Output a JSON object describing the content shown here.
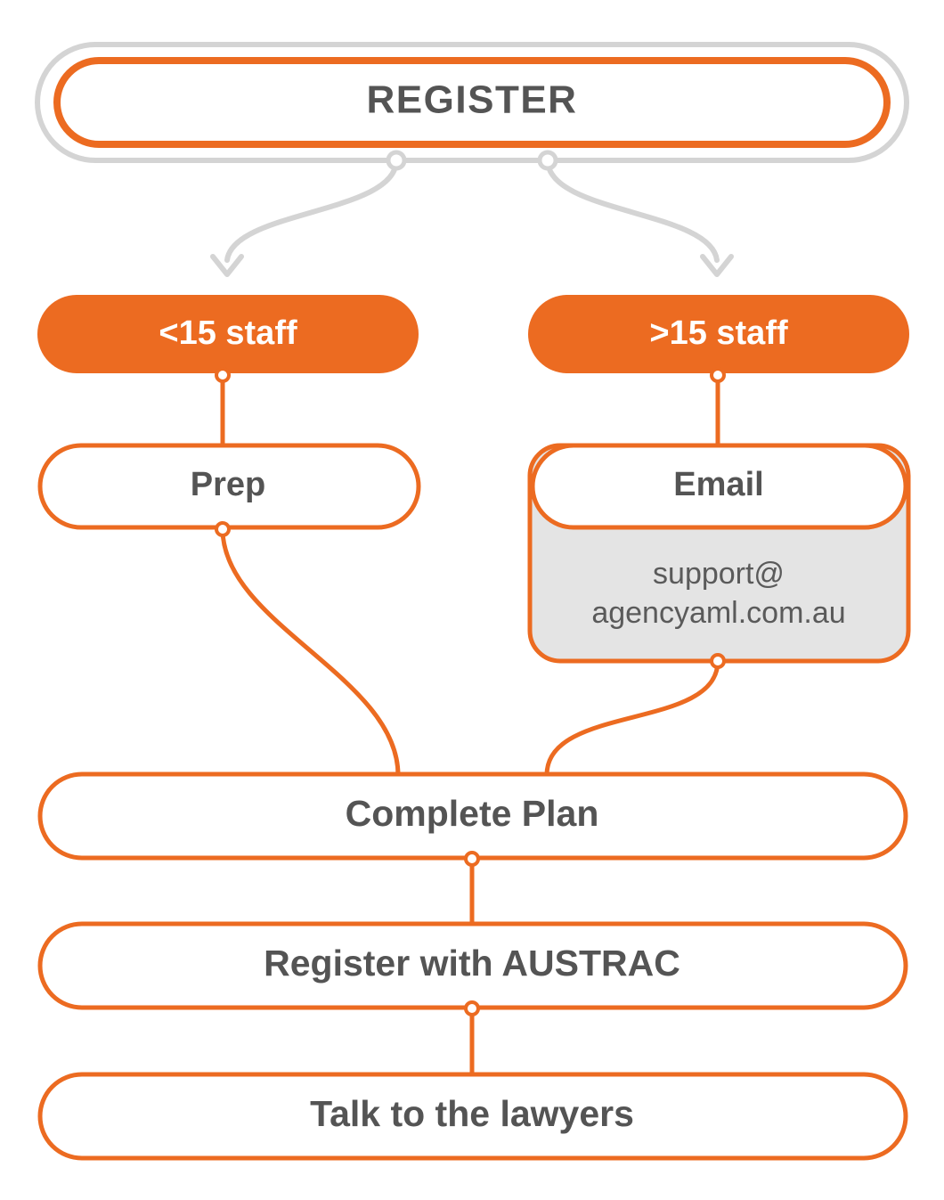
{
  "diagram": {
    "title_node": {
      "label": "REGISTER",
      "style": "double-outline-pill",
      "outer_border_color": "#D4D4D4",
      "border_color": "#EC6B21",
      "text_color": "#545454"
    },
    "branches": [
      {
        "id": "branch-small",
        "label": "<15 staff",
        "style": "filled-pill",
        "fill_color": "#EC6B21",
        "text_color": "#FFFFFF"
      },
      {
        "id": "branch-large",
        "label": ">15 staff",
        "style": "filled-pill",
        "fill_color": "#EC6B21",
        "text_color": "#FFFFFF"
      }
    ],
    "steps": [
      {
        "id": "prep",
        "label": "Prep",
        "style": "outline-pill",
        "border_color": "#EC6B21",
        "text_color": "#545454"
      },
      {
        "id": "email",
        "label": "Email",
        "style": "outline-pill-with-body",
        "border_color": "#EC6B21",
        "text_color": "#545454",
        "body_fill": "#E4E4E4",
        "body_lines": [
          "support@",
          "agencyaml.com.au"
        ],
        "body_text_color": "#5A5A5A"
      }
    ],
    "sequence": [
      {
        "id": "complete-plan",
        "label": "Complete Plan",
        "style": "outline-pill",
        "border_color": "#EC6B21",
        "text_color": "#545454"
      },
      {
        "id": "register-austrac",
        "label": "Register with AUSTRAC",
        "style": "outline-pill",
        "border_color": "#EC6B21",
        "text_color": "#545454"
      },
      {
        "id": "talk-lawyers",
        "label": "Talk to the lawyers",
        "style": "outline-pill",
        "border_color": "#EC6B21",
        "text_color": "#545454"
      }
    ],
    "connectors": {
      "gray_color": "#D4D4D4",
      "orange_color": "#EC6B21",
      "anchor_fill": "#FFFFFF"
    }
  }
}
